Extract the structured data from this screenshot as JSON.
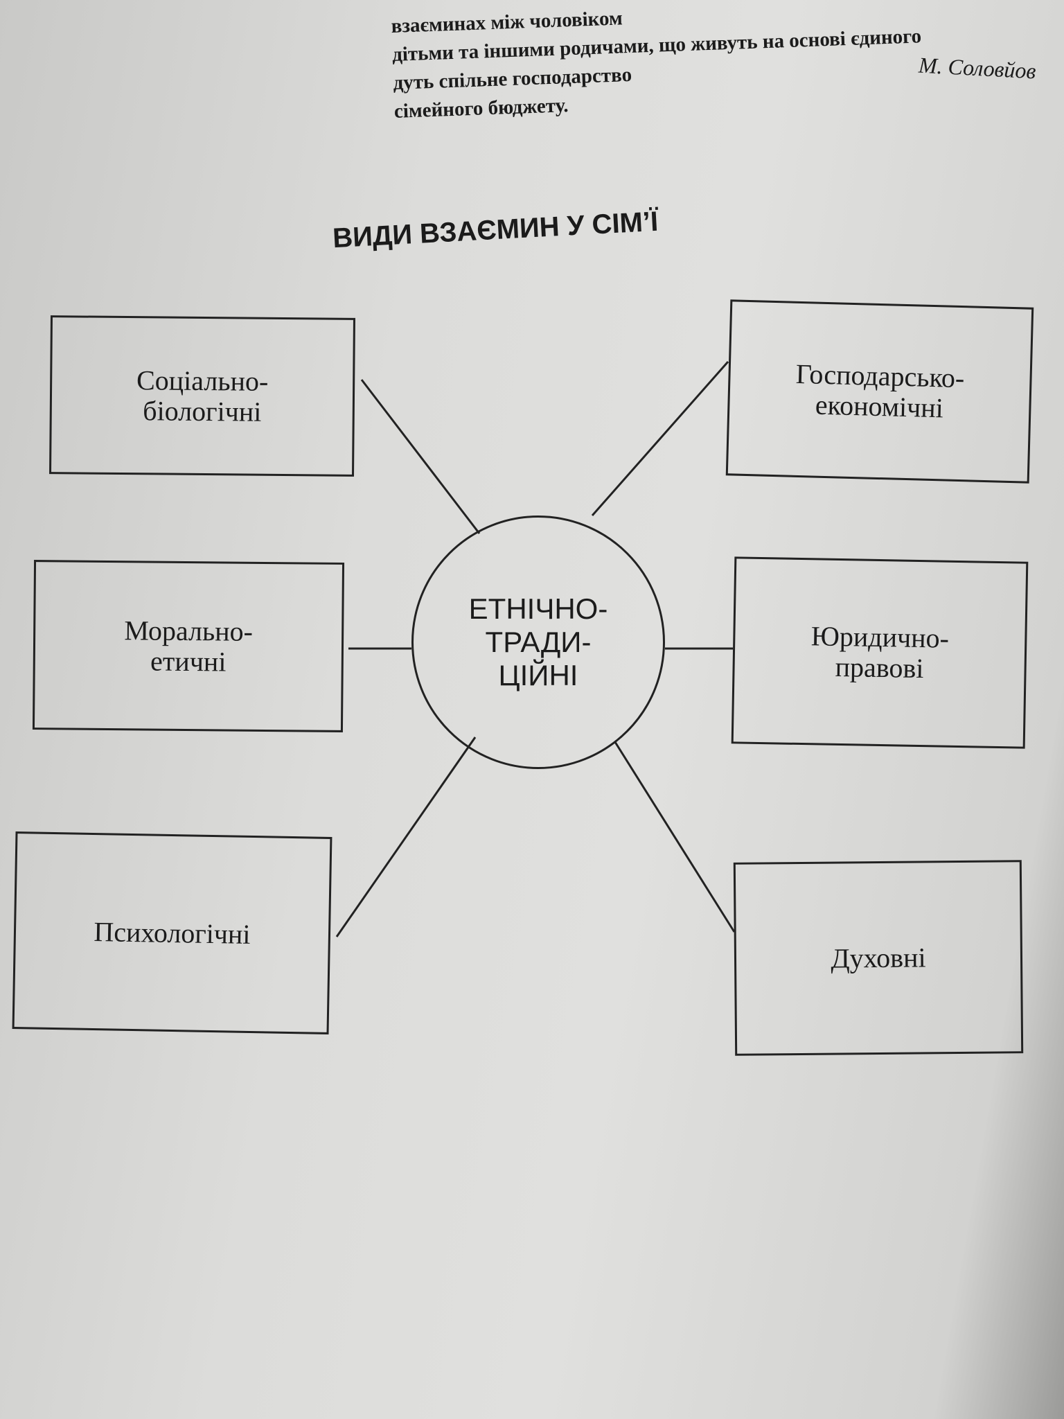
{
  "quote": {
    "lines": [
      "взаєминах між чоловіком",
      "дітьми та іншими родичами, що живуть на основі єдиного",
      "дуть спільне господарство",
      "сімейного бюджету."
    ],
    "author": "М. Соловйов"
  },
  "diagram": {
    "title": "ВИДИ ВЗАЄМИН У СІМ’Ї",
    "center": "ЕТНІЧНО-ТРАДИ-ЦІЙНІ",
    "nodes": [
      "Соціально-біологічні",
      "Господарсько-економічні",
      "Морально-етичні",
      "Юридично-правові",
      "Психологічні",
      "Духовні"
    ]
  }
}
